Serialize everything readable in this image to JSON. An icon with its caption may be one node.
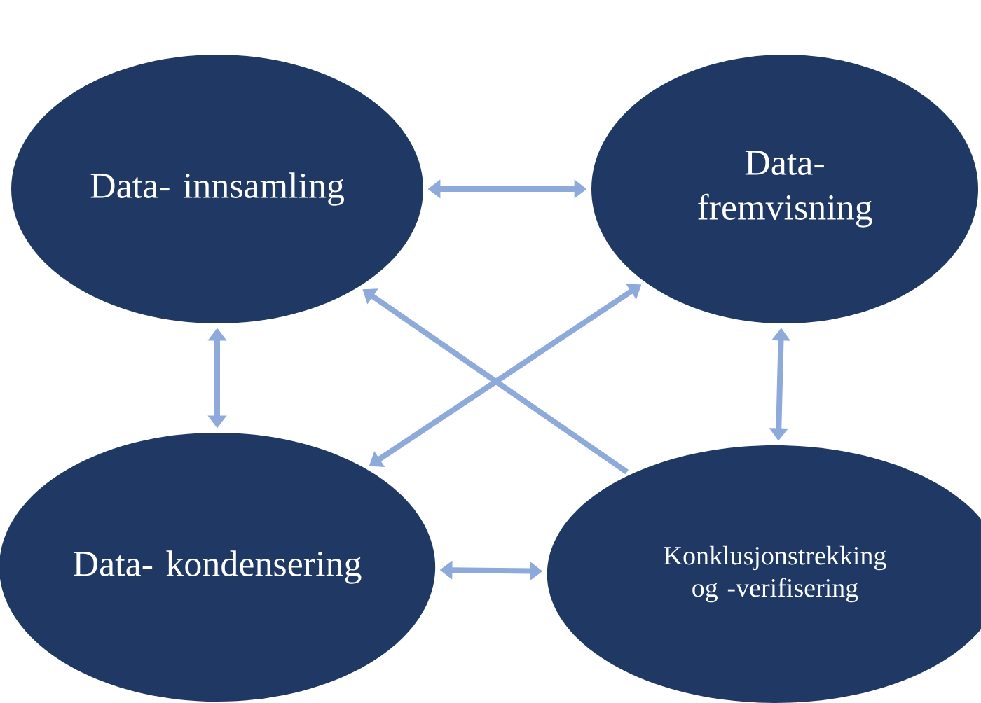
{
  "diagram": {
    "nodes": [
      {
        "text": [
          "Data- innsamling"
        ]
      },
      {
        "text": [
          "Data- fremvisning"
        ]
      },
      {
        "text": [
          "Data- kondensering"
        ]
      },
      {
        "text": [
          "Konklusjonstrekking og -verifisering"
        ]
      }
    ],
    "edges": [
      {
        "from": 0,
        "to": 1,
        "arrow": "both"
      },
      {
        "from": 0,
        "to": 2,
        "arrow": "both"
      },
      {
        "from": 1,
        "to": 3,
        "arrow": "both"
      },
      {
        "from": 2,
        "to": 3,
        "arrow": "both"
      },
      {
        "from": 1,
        "to": 2,
        "arrow": "both"
      },
      {
        "from": 3,
        "to": 0,
        "arrow": "to"
      }
    ]
  }
}
